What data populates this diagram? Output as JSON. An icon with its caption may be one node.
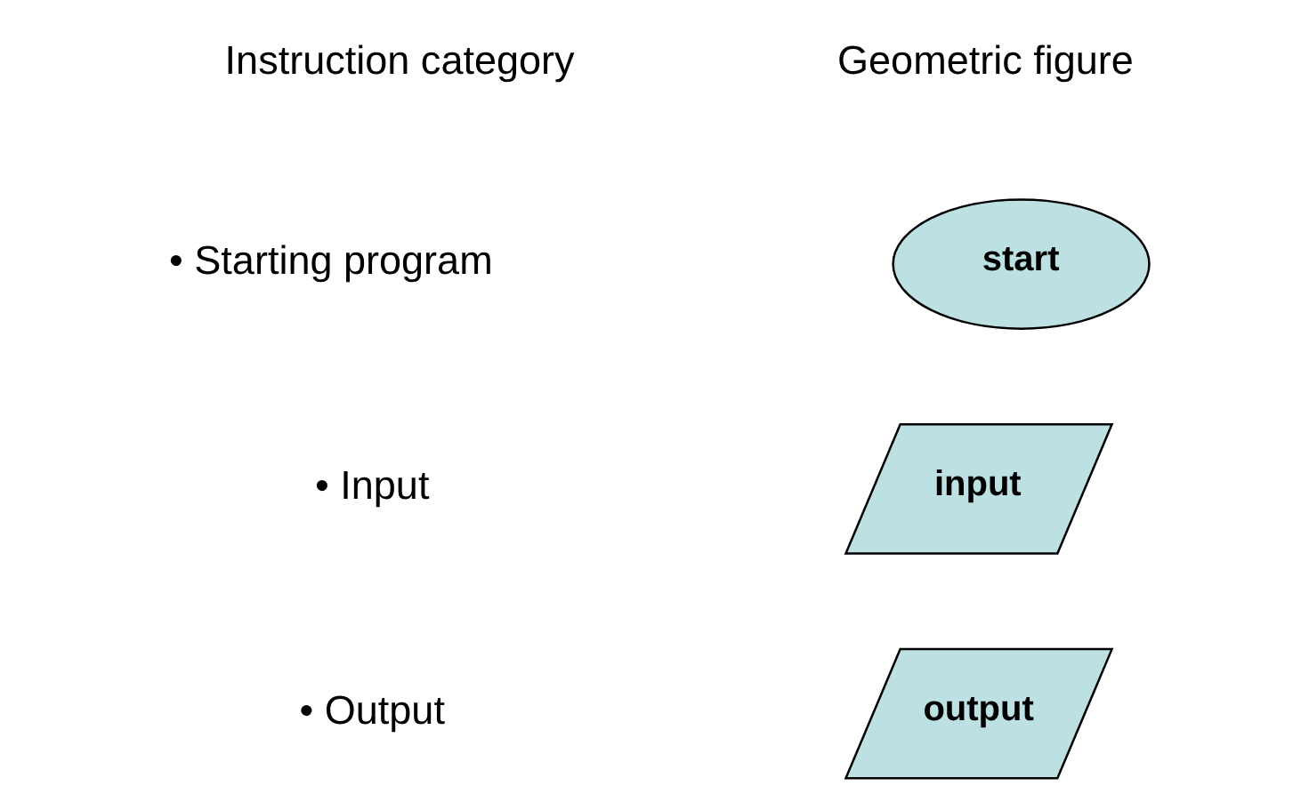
{
  "diagram": {
    "nodes": [
      {
        "text": [
          "start"
        ]
      },
      {
        "text": [
          "input"
        ]
      },
      {
        "text": [
          "output"
        ]
      }
    ],
    "edges": [],
    "labels": [
      "Instruction category",
      "Geometric figure",
      "• Starting program",
      "• Input",
      "• Output"
    ]
  }
}
